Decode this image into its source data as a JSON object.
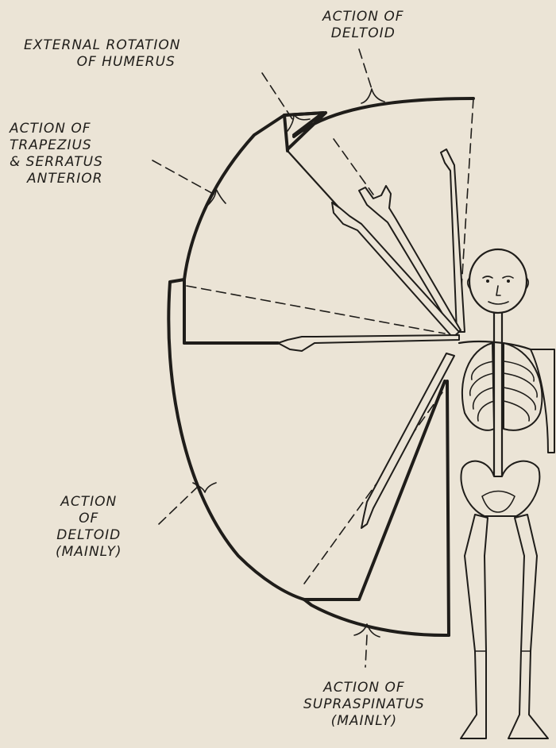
{
  "labels": {
    "external_rotation": [
      "EXTERNAL ROTATION",
      "OF HUMERUS"
    ],
    "deltoid_top": [
      "ACTION OF",
      "DELTOID"
    ],
    "trapezius": [
      "ACTION OF",
      "TRAPEZIUS",
      "& SERRATUS",
      "ANTERIOR"
    ],
    "deltoid_mainly": [
      "ACTION",
      "OF",
      "DELTOID",
      "(MAINLY)"
    ],
    "supraspinatus": [
      "ACTION OF",
      "SUPRASPINATUS",
      "(MAINLY)"
    ]
  },
  "colors": {
    "paper": "#ebe4d6",
    "ink": "#1f1d1a"
  }
}
